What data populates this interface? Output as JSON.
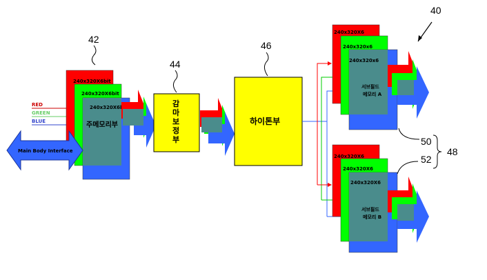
{
  "references": {
    "r40": "40",
    "r42": "42",
    "r44": "44",
    "r46": "46",
    "r50": "50",
    "r52": "52",
    "r48": "48"
  },
  "signals": {
    "red": "RED",
    "green": "GREEN",
    "blue": "BLUE"
  },
  "interface_label": "Main Body Interface",
  "main_memory": {
    "red_label": "240x320X6bit",
    "green_label": "240x320X6bit",
    "blue_label": "240x320X6bit",
    "name": "주메모리부"
  },
  "gamma": {
    "line1": "감",
    "line2": "마",
    "line3": "보",
    "line4": "정",
    "line5": "부"
  },
  "halftone": {
    "name": "하이톤부"
  },
  "subframe_a": {
    "red_label": "240x320X6",
    "green_label": "240x320x6",
    "blue_label": "240x320x6",
    "line1": "서브필드",
    "line2": "메모리 A"
  },
  "subframe_b": {
    "red_label": "240x320X6",
    "green_label": "240x320X6",
    "blue_label": "240x320X6",
    "line1": "서브필드",
    "line2": "메모리 B"
  },
  "colors": {
    "red": "#ff0000",
    "green": "#00ff00",
    "blue": "#3366ff",
    "yellow": "#ffff00",
    "teal": "#4a8c8c"
  }
}
